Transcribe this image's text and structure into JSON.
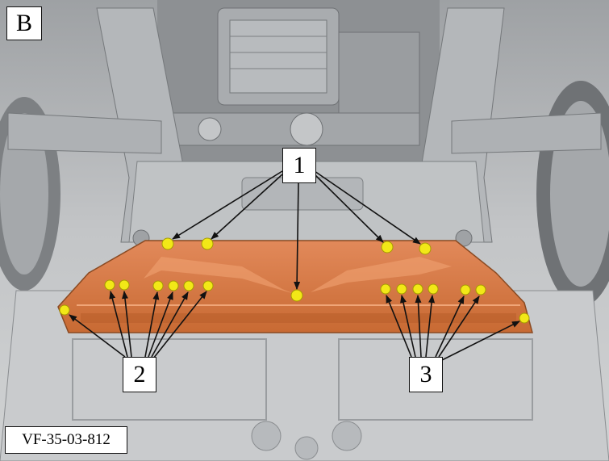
{
  "panel": {
    "letter": "B"
  },
  "figure_ref": "VF-35-03-812",
  "callouts": [
    {
      "id": "1",
      "label": "1"
    },
    {
      "id": "2",
      "label": "2"
    },
    {
      "id": "3",
      "label": "3"
    }
  ],
  "colors": {
    "background": "#bfc1c3",
    "highlight_part": "#d9783f",
    "fastener": "#f2e817",
    "leader": "#111111",
    "label_box": "#ffffff"
  },
  "icons": [
    "engine-illustration",
    "subframe-illustration",
    "wheel-illustration",
    "fastener-dot"
  ]
}
